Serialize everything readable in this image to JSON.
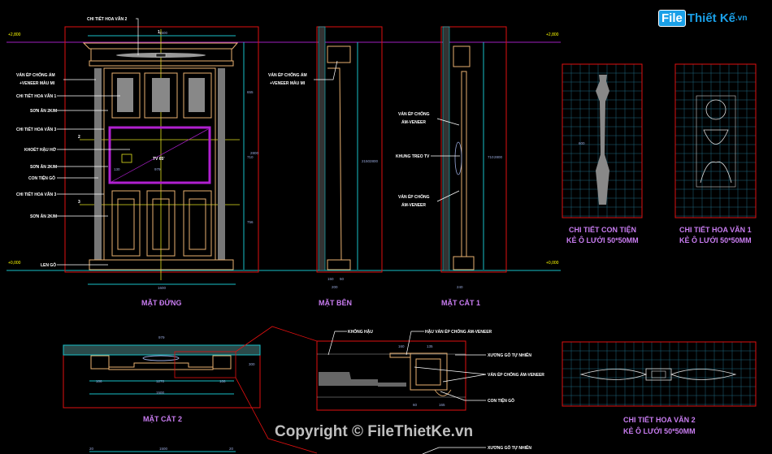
{
  "logo": {
    "file": "File",
    "thietke": "Thiết Kế",
    "vn": ".vn"
  },
  "watermark": "Copyright © FileThietKe.vn",
  "colors": {
    "frame": "#e01010",
    "wood": "#e8b070",
    "title": "#c87cf0",
    "level_line": "#a020c0",
    "ground_line": "#18c0c8"
  },
  "levels": {
    "top": "+2,800",
    "ground": "+0,000"
  },
  "elevation": {
    "title": "MẶT ĐỨNG",
    "section_marks": [
      "1",
      "2",
      "3"
    ],
    "tv_label": "TV 65'",
    "labels": [
      "CHI TIẾT HOA VĂN 2",
      "VÁN ÉP CHỐNG ẨM",
      "+VENEER MÀU MI",
      "CHI TIẾT HOA VĂN 1",
      "SƠN ÂN 2K/M",
      "CHI TIẾT HOA VĂN 3",
      "KHOÉT HẬU HỞ",
      "SƠN ÂN 2K/M",
      "CON TIỆN GỖ",
      "CHI TIẾT HOA VĂN 3",
      "SƠN ÂN 2K/M",
      "LEN GỖ"
    ],
    "dims": {
      "top_width": "1500",
      "bottom_width": "1600",
      "height": "2800",
      "h1": "655",
      "h2": "710",
      "h3": "756",
      "tv_w": "979",
      "side": "130"
    }
  },
  "side_view": {
    "title": "MẶT BÊN",
    "labels": [
      "VÁN ÉP CHỐNG ẨM",
      "+VENEER MÀU MI"
    ],
    "dims": {
      "d1": "150",
      "d2": "50",
      "total": "200",
      "h": "2800",
      "h2": "2150"
    }
  },
  "section1": {
    "title": "MẶT CẮT 1",
    "labels": [
      "VÁN ÉP CHỐNG",
      "ẨM-VENEER",
      "KHUNG TREO TV",
      "VÁN ÉP CHỐNG",
      "ẨM-VENEER"
    ],
    "dims": {
      "total": "240",
      "h": "2800",
      "h2": "710"
    }
  },
  "detail_baluster": {
    "title": "CHI TIẾT CON TIỆN",
    "subtitle": "KẺ Ô LƯỚI 50*50MM",
    "dim": "600"
  },
  "detail_pattern1": {
    "title": "CHI TIẾT HOA VĂN 1",
    "subtitle": "KẺ Ô LƯỚI 50*50MM"
  },
  "detail_pattern2": {
    "title": "CHI TIẾT HOA VĂN 2",
    "subtitle": "KẺ Ô LƯỚI 50*50MM"
  },
  "section2": {
    "title": "MẶT CẮT 2",
    "dims": {
      "top": "979",
      "inner": "1270",
      "total": "1500",
      "side": "106",
      "depth": "300"
    }
  },
  "section_detail": {
    "labels": [
      "KHÔNG HẬU",
      "HẬU VÁN ÉP CHỐNG ẨM-VENEER",
      "XƯƠNG GỖ TỰ NHIÊN",
      "VÁN ÉP CHỐNG ẨM-VENEER",
      "CON TIỆN GỖ",
      "XƯƠNG GỖ TỰ NHIÊN"
    ],
    "dims": {
      "d1": "160",
      "d2": "135",
      "d3": "165",
      "d4": "60"
    }
  },
  "bottom_partial": {
    "dims": [
      "20",
      "1500",
      "20"
    ]
  }
}
